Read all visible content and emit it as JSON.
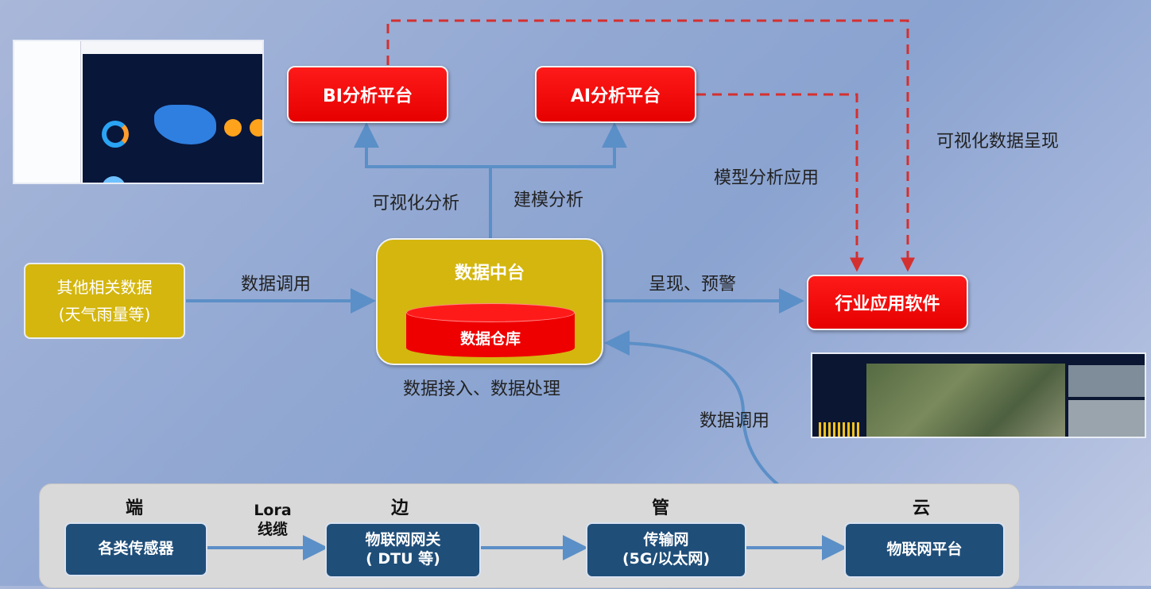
{
  "boxes": {
    "bi": "BI分析平台",
    "ai": "AI分析平台",
    "hub_title": "数据中台",
    "warehouse": "数据仓库",
    "other_data_line1": "其他相关数据",
    "other_data_line2": "(天气雨量等)",
    "industry_app": "行业应用软件"
  },
  "labels": {
    "visual_analysis": "可视化分析",
    "modeling_analysis": "建模分析",
    "data_call_left": "数据调用",
    "present_warn": "呈现、预警",
    "ingest_process": "数据接入、数据处理",
    "data_call_right": "数据调用",
    "model_app": "模型分析应用",
    "visual_present": "可视化数据呈现"
  },
  "pipeline": {
    "tiers": [
      "端",
      "边",
      "管",
      "云"
    ],
    "link_label_line1": "Lora",
    "link_label_line2": "线缆",
    "nodes": [
      {
        "line1": "各类传感器",
        "line2": ""
      },
      {
        "line1": "物联网网关",
        "line2": "( DTU 等)"
      },
      {
        "line1": "传输网",
        "line2": "(5G/以太网)"
      },
      {
        "line1": "物联网平台",
        "line2": ""
      }
    ]
  },
  "colors": {
    "red": "#ff0000",
    "gold": "#d4b60f",
    "navy": "#1f4e79",
    "arrow_blue": "#5b8fc7",
    "dash_red": "#d43030"
  }
}
